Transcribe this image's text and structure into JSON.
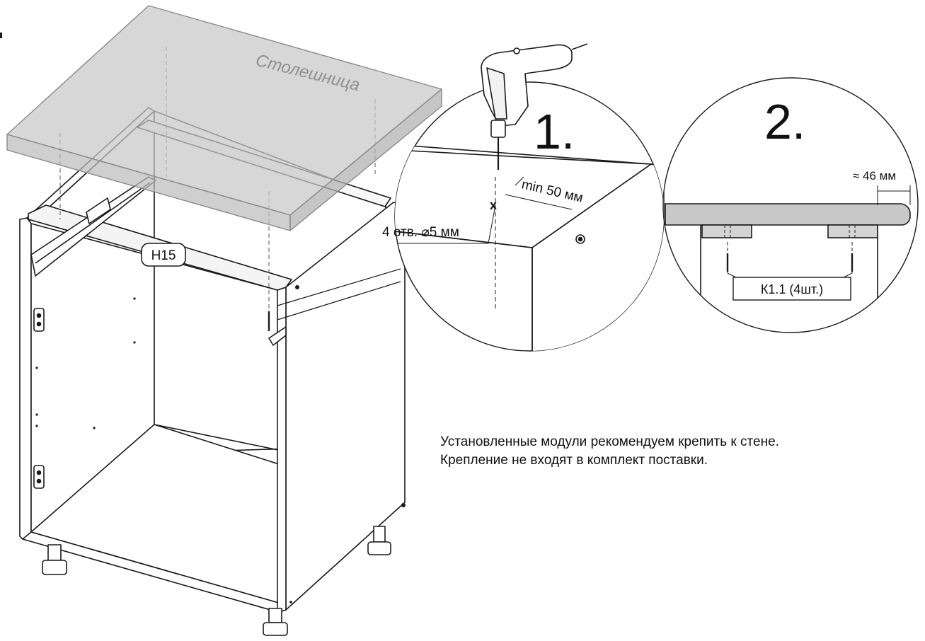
{
  "labels": {
    "countertop": "Столешница",
    "step1": "1.",
    "step2": "2.",
    "min_distance": "min 50 мм",
    "holes": "4 отв. ⌀5 мм",
    "part_h15": "Н15",
    "overhang": "≈ 46 мм",
    "screws": "К1.1 (4шт.)"
  },
  "note": {
    "line1": "Установленные модули рекомендуем крепить к стене.",
    "line2": "Крепление не входят в комплект поставки."
  },
  "colors": {
    "line": "#1a1a1a",
    "countertop_fill": "#c8c8c8",
    "countertop_text": "#8f8f8f",
    "wall": "#555555",
    "white": "#ffffff"
  }
}
